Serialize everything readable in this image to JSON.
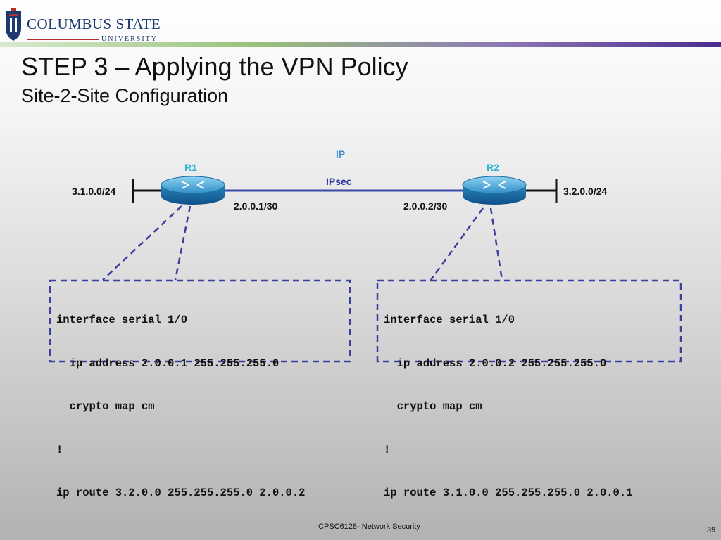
{
  "header": {
    "logo_line1": "COLUMBUS STATE",
    "logo_line2": "UNIVERSITY",
    "accent_colors": [
      "#9ac27a",
      "#4b2c8f"
    ]
  },
  "slide": {
    "title": "STEP 3 – Applying the VPN Policy",
    "subtitle": "Site-2-Site Configuration"
  },
  "diagram": {
    "left_router": {
      "name": "R1",
      "lan": "3.1.0.0/24",
      "wan": "2.0.0.1/30"
    },
    "right_router": {
      "name": "R2",
      "lan": "3.2.0.0/24",
      "wan": "2.0.0.2/30"
    },
    "link_label_top": "IP",
    "link_label_bottom": "IPsec",
    "colors": {
      "router_name": "#2fb6d6",
      "ip_label": "#3d8fd4",
      "ipsec_label": "#2c3a9e",
      "link": "#3b4aa8",
      "callout_border": "#3b3f9e"
    }
  },
  "config_left": {
    "lines": [
      "interface serial 1/0",
      "  ip address 2.0.0.1 255.255.255.0",
      "  crypto map cm",
      "!",
      "ip route 3.2.0.0 255.255.255.0 2.0.0.2"
    ]
  },
  "config_right": {
    "lines": [
      "interface serial 1/0",
      "  ip address 2.0.0.2 255.255.255.0",
      "  crypto map cm",
      "!",
      "ip route 3.1.0.0 255.255.255.0 2.0.0.1"
    ]
  },
  "footer": {
    "course": "CPSC6128- Network Security",
    "page": "39"
  }
}
